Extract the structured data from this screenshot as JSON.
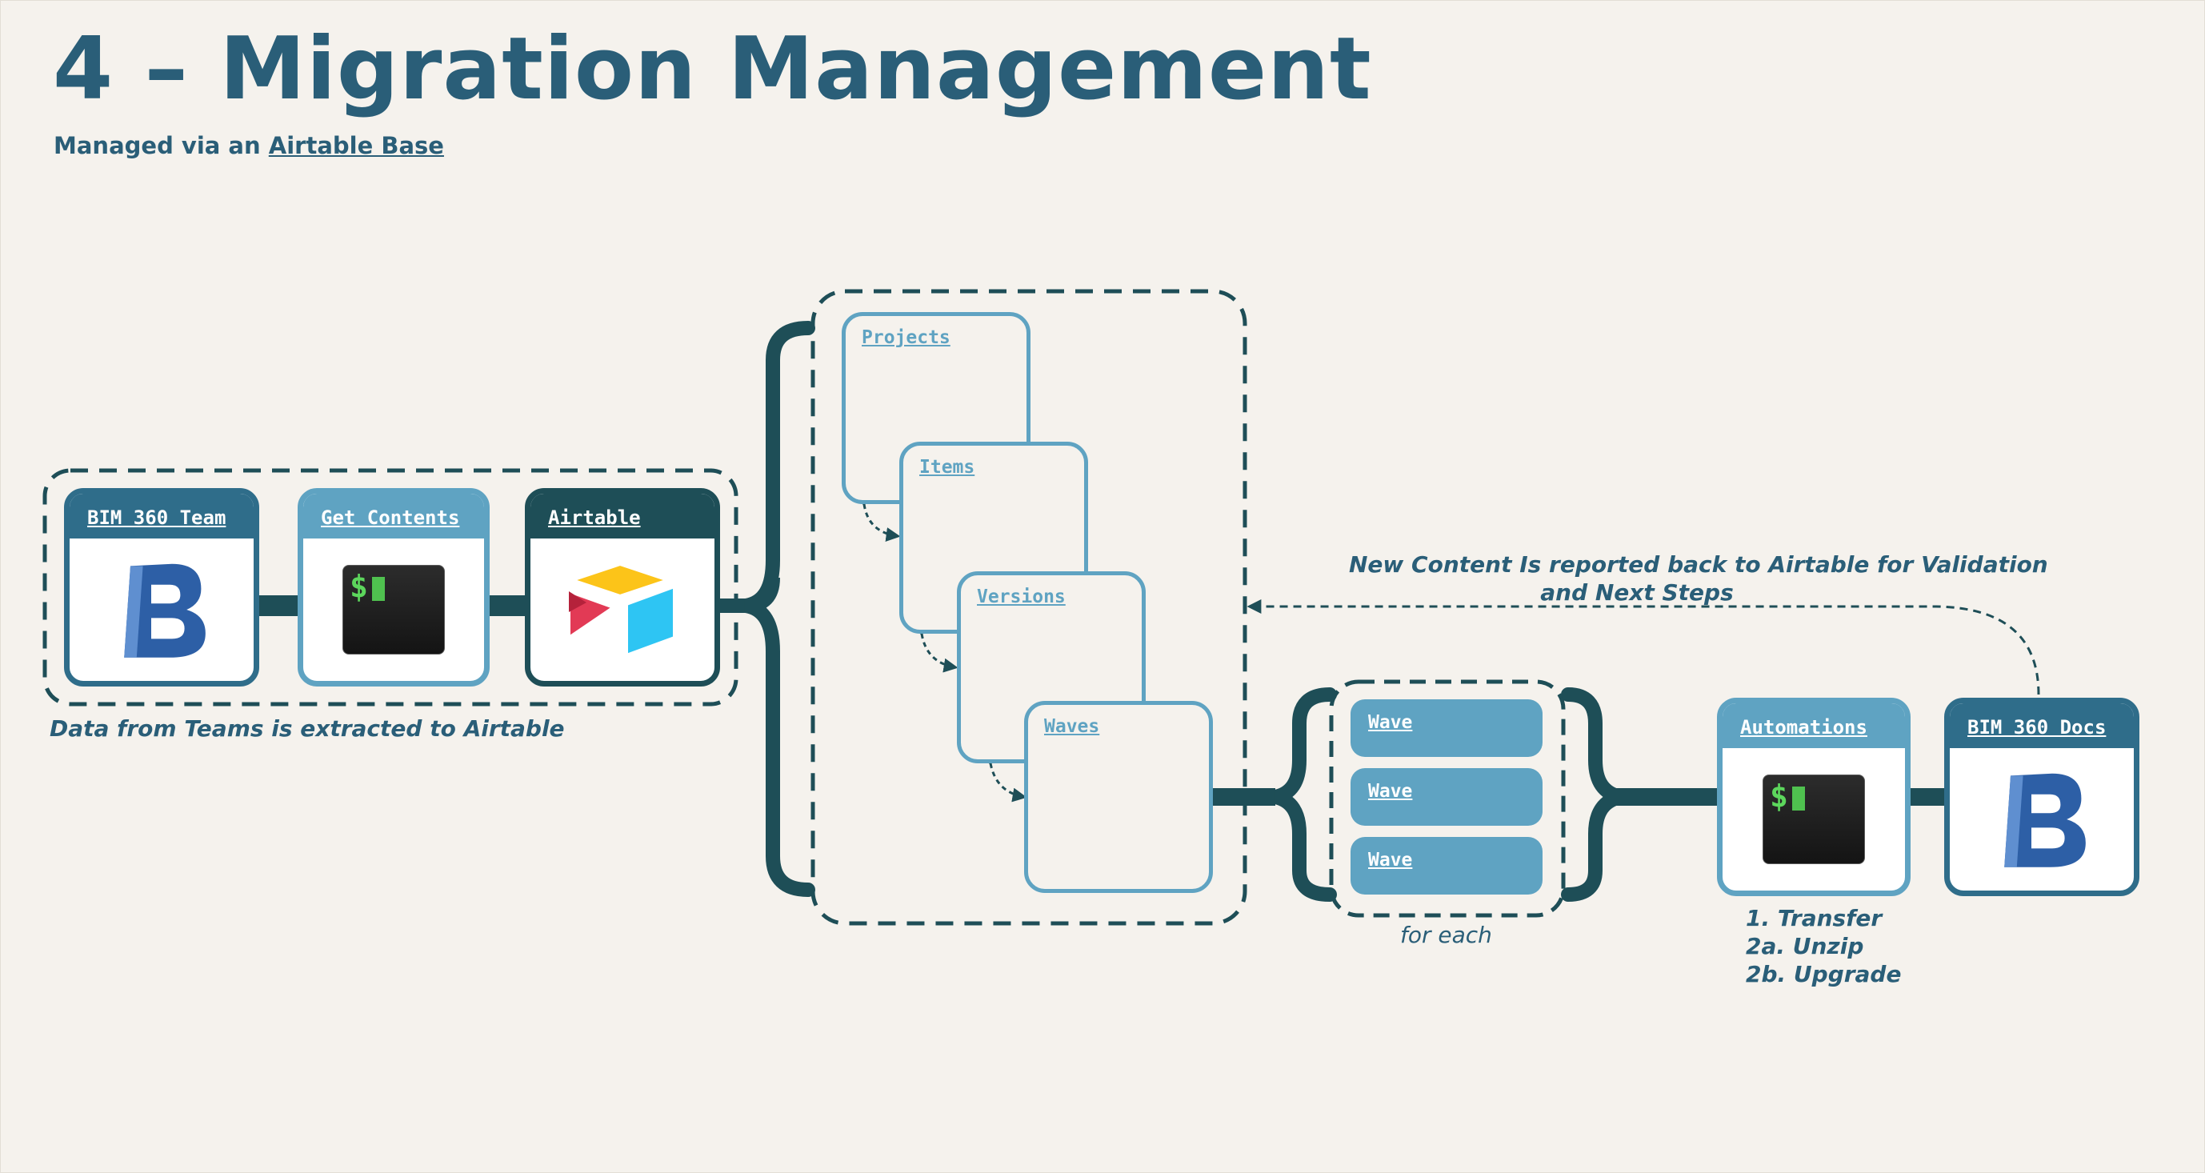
{
  "page": {
    "title": "4 – Migration Management",
    "subtitle_prefix": "Managed via an",
    "subtitle_link": "Airtable Base"
  },
  "sources": [
    {
      "label": "BIM 360 Team",
      "icon": "bim360-logo-icon"
    },
    {
      "label": "Get Contents",
      "icon": "terminal-icon"
    },
    {
      "label": "Airtable",
      "icon": "airtable-logo-icon"
    }
  ],
  "sources_caption": "Data from Teams is extracted to Airtable",
  "airtable_tables": [
    "Projects",
    "Items",
    "Versions",
    "Waves"
  ],
  "waves": [
    "Wave",
    "Wave",
    "Wave"
  ],
  "waves_caption": "for each",
  "automations": {
    "label": "Automations",
    "icon": "terminal-icon"
  },
  "automation_steps": [
    "1.  Transfer",
    "2a. Unzip",
    "2b. Upgrade"
  ],
  "target": {
    "label": "BIM 360 Docs",
    "icon": "bim360-logo-icon"
  },
  "feedback_caption": [
    "New Content Is reported back to Airtable for Validation",
    "and Next Steps"
  ],
  "colors": {
    "background": "#f5f2ed",
    "title": "#2a5e78",
    "dark_teal": "#1e4e57",
    "mid_blue": "#2f6d8a",
    "light_blue": "#5fa3c2",
    "terminal_green": "#5cd65c"
  }
}
